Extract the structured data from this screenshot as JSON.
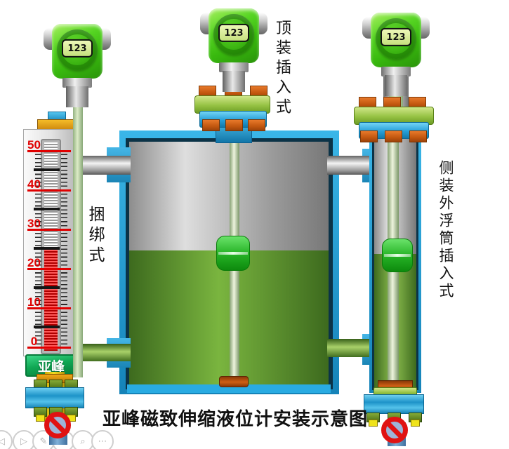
{
  "caption": "亚峰磁致伸缩液位计安装示意图",
  "transmitter": {
    "display": "123"
  },
  "labels": {
    "strapped": "捆绑式",
    "top_insert": "顶装插入式",
    "side_float_insert": "侧装外浮筒插入式"
  },
  "gauge": {
    "brand": "亚峰",
    "scale_ticks": [
      "50",
      "40",
      "30",
      "20",
      "10",
      "0"
    ],
    "range": [
      0,
      50
    ],
    "level_value": 25
  },
  "colors": {
    "transmitter_green": "#3fc316",
    "tank_frame_blue": "#29abe2",
    "liquid_green": "#6aa33a",
    "bolt_orange": "#cf6118",
    "bolt_yellow": "#e8d400",
    "scale_red": "#e00000",
    "brand_label_green": "#0fa050",
    "prohibited_red": "#e01212"
  },
  "viewer_toolbar": {
    "glyphs": [
      "◁",
      "▷",
      "✎",
      "❏",
      "⌕",
      "⋯"
    ]
  }
}
